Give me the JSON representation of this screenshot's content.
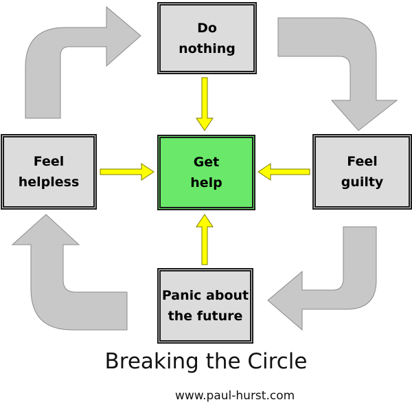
{
  "nodes": {
    "top": {
      "lines": [
        "Do",
        "nothing"
      ]
    },
    "left": {
      "lines": [
        "Feel",
        "helpless"
      ]
    },
    "center": {
      "lines": [
        "Get",
        "help"
      ]
    },
    "right": {
      "lines": [
        "Feel",
        "guilty"
      ]
    },
    "bottom": {
      "lines": [
        "Panic about",
        "the future"
      ]
    }
  },
  "title": "Breaking the Circle",
  "url": "www.paul-hurst.com",
  "colors": {
    "box_fill": "#dcdcdc",
    "center_fill": "#6ae86a",
    "curved_arrow": "#c8c8c8",
    "straight_arrow": "#ffff00"
  }
}
